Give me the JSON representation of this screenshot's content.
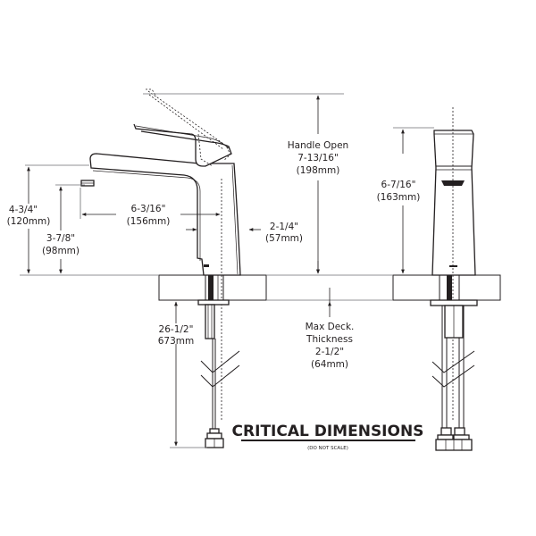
{
  "title": "CRITICAL DIMENSIONS",
  "subtitle": "(DO NOT SCALE)",
  "colors": {
    "ink": "#231f20",
    "background": "#ffffff",
    "hatch": "#231f20"
  },
  "dimensions": {
    "spout_height": {
      "imperial": "4-3/4\"",
      "metric": "(120mm)"
    },
    "aerator_height": {
      "imperial": "3-7/8\"",
      "metric": "(98mm)"
    },
    "spout_reach": {
      "imperial": "6-3/16\"",
      "metric": "(156mm)"
    },
    "base_width": {
      "imperial": "2-1/4\"",
      "metric": "(57mm)"
    },
    "handle_open": {
      "label": "Handle Open",
      "imperial": "7-13/16\"",
      "metric": "(198mm)"
    },
    "overall_height": {
      "imperial": "6-7/16\"",
      "metric": "(163mm)"
    },
    "supply_length": {
      "imperial": "26-1/2\"",
      "metric": "673mm"
    },
    "deck_thickness": {
      "line1": "Max Deck.",
      "line2": "Thickness",
      "imperial": "2-1/2\"",
      "metric": "(64mm)"
    }
  },
  "views": [
    "side-view",
    "front-view"
  ]
}
